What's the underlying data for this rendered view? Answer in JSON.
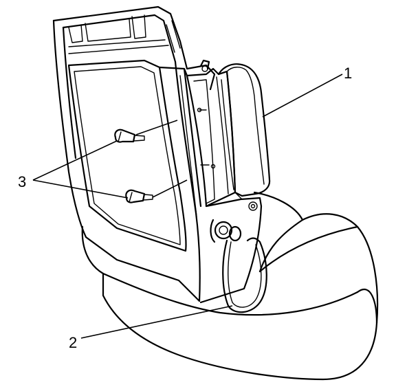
{
  "callouts": {
    "label_1": "1",
    "label_2": "2",
    "label_3": "3"
  },
  "colors": {
    "line": "#000000",
    "background": "#ffffff"
  }
}
